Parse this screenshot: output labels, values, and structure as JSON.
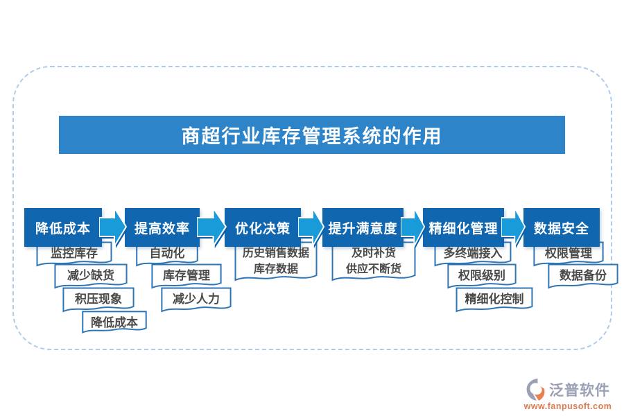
{
  "title": "商超行业库存管理系统的作用",
  "columns": [
    {
      "header": "降低成本",
      "items": [
        {
          "lines": [
            "监控库存"
          ]
        },
        {
          "lines": [
            "减少缺货"
          ]
        },
        {
          "lines": [
            "积压现象"
          ]
        },
        {
          "lines": [
            "降低成本"
          ]
        }
      ]
    },
    {
      "header": "提高效率",
      "items": [
        {
          "lines": [
            "自动化"
          ]
        },
        {
          "lines": [
            "库存管理"
          ]
        },
        {
          "lines": [
            "减少人力"
          ]
        }
      ]
    },
    {
      "header": "优化决策",
      "items": [
        {
          "lines": [
            "历史销售数据",
            "库存数据"
          ]
        }
      ]
    },
    {
      "header": "提升满意度",
      "items": [
        {
          "lines": [
            "及时补货",
            "供应不断货"
          ]
        }
      ]
    },
    {
      "header": "精细化管理",
      "items": [
        {
          "lines": [
            "多终端接入"
          ]
        },
        {
          "lines": [
            "权限级别"
          ]
        },
        {
          "lines": [
            "精细化控制"
          ]
        }
      ]
    },
    {
      "header": "数据安全",
      "items": [
        {
          "lines": [
            "权限管理"
          ]
        },
        {
          "lines": [
            "数据备份"
          ]
        }
      ]
    }
  ],
  "watermark": {
    "text": "泛普软件"
  },
  "footer": {
    "brand": "泛普软件",
    "url": "www.fanpusoft.com"
  },
  "colors": {
    "title_banner": "#2E84C9",
    "step_header": "#1166B0",
    "arrow": "#189BD8",
    "arrow_shadow": "#0A5FA8",
    "sub_border": "#2E75B6",
    "frame_dash": "#AECBEA",
    "brand_gray": "#9CA0B4",
    "brand_orange": "#DC7B4F"
  }
}
